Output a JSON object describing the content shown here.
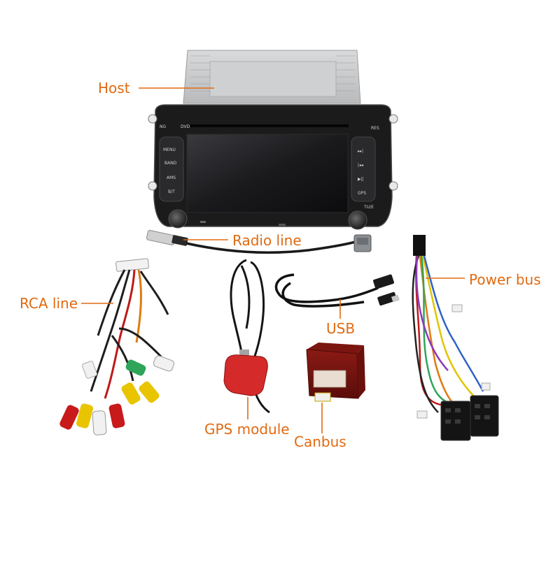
{
  "accent_color": "#e06a12",
  "labels": {
    "host": "Host",
    "radio_line": "Radio line",
    "power_bus": "Power bus",
    "rca_line": "RCA line",
    "usb": "USB",
    "gps_module": "GPS module",
    "canbus": "Canbus"
  },
  "unit": {
    "left_buttons": [
      "MENU",
      "BAND",
      "AMS",
      "B/T"
    ],
    "right_buttons": [
      "▸▸|",
      "|◂◂",
      "▶||",
      "GPS"
    ],
    "top_left": "NG",
    "top_center": "DVD",
    "top_right": "RES",
    "bottom_right": "TU/E"
  }
}
